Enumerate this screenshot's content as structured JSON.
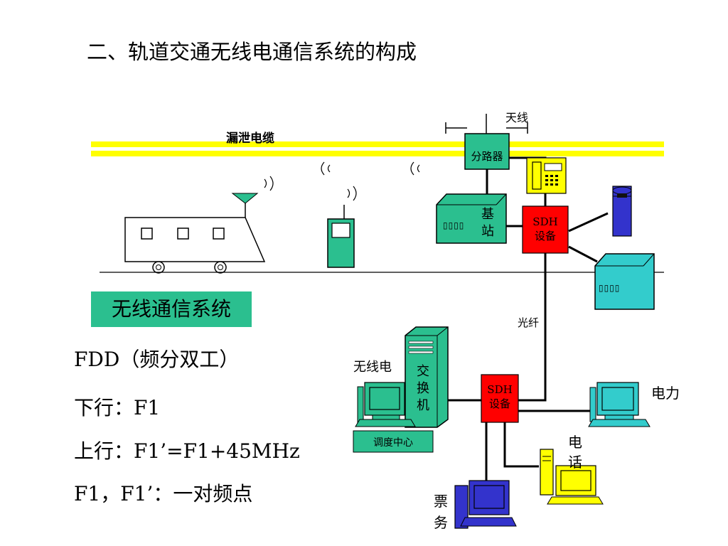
{
  "slide": {
    "title": "二、轨道交通无线电通信系统的构成"
  },
  "diagram": {
    "leaky_cable": "漏泄电缆",
    "antenna": "天线",
    "splitter": "分路器",
    "base_station": "基站",
    "base_station_panel": "▯▯▯▯",
    "sdh_top_line1": "SDH",
    "sdh_top_line2": "设备",
    "cabinet_panel": "▯▯▯▯",
    "fiber": "光纤",
    "radio": "无线电",
    "switch": "交换机",
    "dispatch_center": "调度中心",
    "sdh_bottom_line1": "SDH",
    "sdh_bottom_line2": "设备",
    "power": "电力",
    "phone": "电话",
    "ticketing": "票务"
  },
  "legend": {
    "system_label": "无线通信系统",
    "lines": [
      "FDD（频分双工）",
      "下行：F1",
      "上行：F1’=F1+45MHz",
      "F1，F1’：一对频点"
    ]
  },
  "colors": {
    "teal": "#2bbf8f",
    "yellow_cable": "#ffff00",
    "red": "#ff0000",
    "cyan": "#33cccc",
    "yellow": "#ffff00",
    "blue": "#3333cc"
  }
}
